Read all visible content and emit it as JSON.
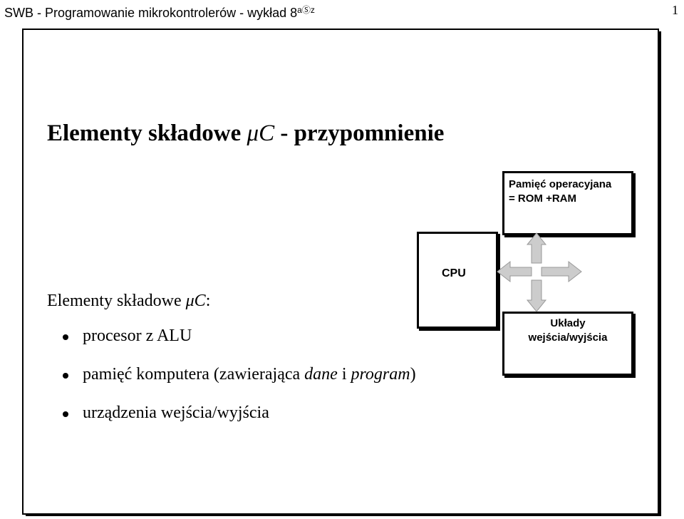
{
  "header": {
    "title": "SWB - Programowanie mikrokontrolerów - wykład 8",
    "superscript": "aⓈz",
    "page_number": "1"
  },
  "slide": {
    "title_prefix": "Elementy składowe ",
    "title_mu": "μC",
    "title_suffix": " - przypomnienie",
    "intro_prefix": "Elementy składowe ",
    "intro_mu": "μC",
    "intro_suffix": ":",
    "bullets": {
      "b1": "procesor z ALU",
      "b2_prefix": "pamięć komputera (zawierająca ",
      "b2_em1": "dane",
      "b2_mid": " i ",
      "b2_em2": "program",
      "b2_suffix": ")",
      "b3": "urządzenia wejścia/wyjścia"
    }
  },
  "diagram": {
    "memory_line1": "Pamięć operacyjana",
    "memory_line2": "= ROM +RAM",
    "cpu_label": "CPU",
    "io_line1": "Układy",
    "io_line2": "wejścia/wyjścia",
    "arrow_color": "#cccccc"
  }
}
